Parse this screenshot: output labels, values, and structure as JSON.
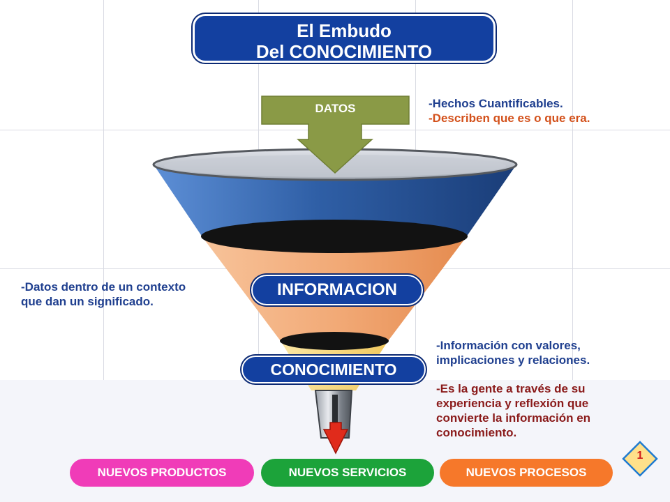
{
  "title": {
    "line1": "El Embudo",
    "line2": "Del CONOCIMIENTO"
  },
  "datos_label": "DATOS",
  "notes": {
    "datos": {
      "line1": "-Hechos Cuantificables.",
      "line2": "-Describen que es o que era."
    },
    "informacion": {
      "line1": "-Datos dentro de un contexto",
      "line2": "que dan un significado."
    },
    "conocimiento_a": {
      "line1": "-Información con valores,",
      "line2": "implicaciones y relaciones."
    },
    "conocimiento_b": {
      "line1": "-Es la gente a través de su",
      "line2": "experiencia y reflexión que",
      "line3": "convierte la información en",
      "line4": "conocimiento."
    }
  },
  "stages": {
    "informacion": "INFORMACION",
    "conocimiento": "CONOCIMIENTO"
  },
  "outputs": {
    "productos": "NUEVOS PRODUCTOS",
    "servicios": "NUEVOS SERVICIOS",
    "procesos": "NUEVOS PROCESOS"
  },
  "slide_number": "1",
  "colors": {
    "title_bg": "#1340a0",
    "datos_arrow": "#8a9a46",
    "funnel_top": "#2f5fa6",
    "funnel_mid": "#f2aa77",
    "funnel_low": "#f6d67e",
    "productos": "#f03cb8",
    "servicios": "#1ca33a",
    "procesos": "#f6782a"
  }
}
